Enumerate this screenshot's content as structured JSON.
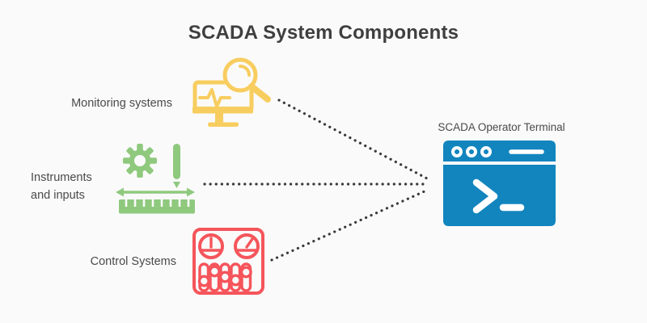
{
  "title": "SCADA System Components",
  "background_color": "#FAFAFA",
  "title_color": "#3F3F3F",
  "label_color": "#4A4A4A",
  "connector_color": "#3A3A3A",
  "components": [
    {
      "label": "Monitoring systems",
      "icon": "monitor-with-magnifier-icon",
      "color": "#F8CD5F"
    },
    {
      "label": "Instruments and inputs",
      "label_lines": [
        "Instruments",
        "and inputs"
      ],
      "icon": "gear-pencil-ruler-icon",
      "color": "#8FC97E"
    },
    {
      "label": "Control Systems",
      "icon": "control-panel-gauges-sliders-icon",
      "color": "#F5555B"
    }
  ],
  "terminal": {
    "label": "SCADA Operator Terminal",
    "icon": "terminal-window-icon",
    "color": "#1285BE"
  }
}
